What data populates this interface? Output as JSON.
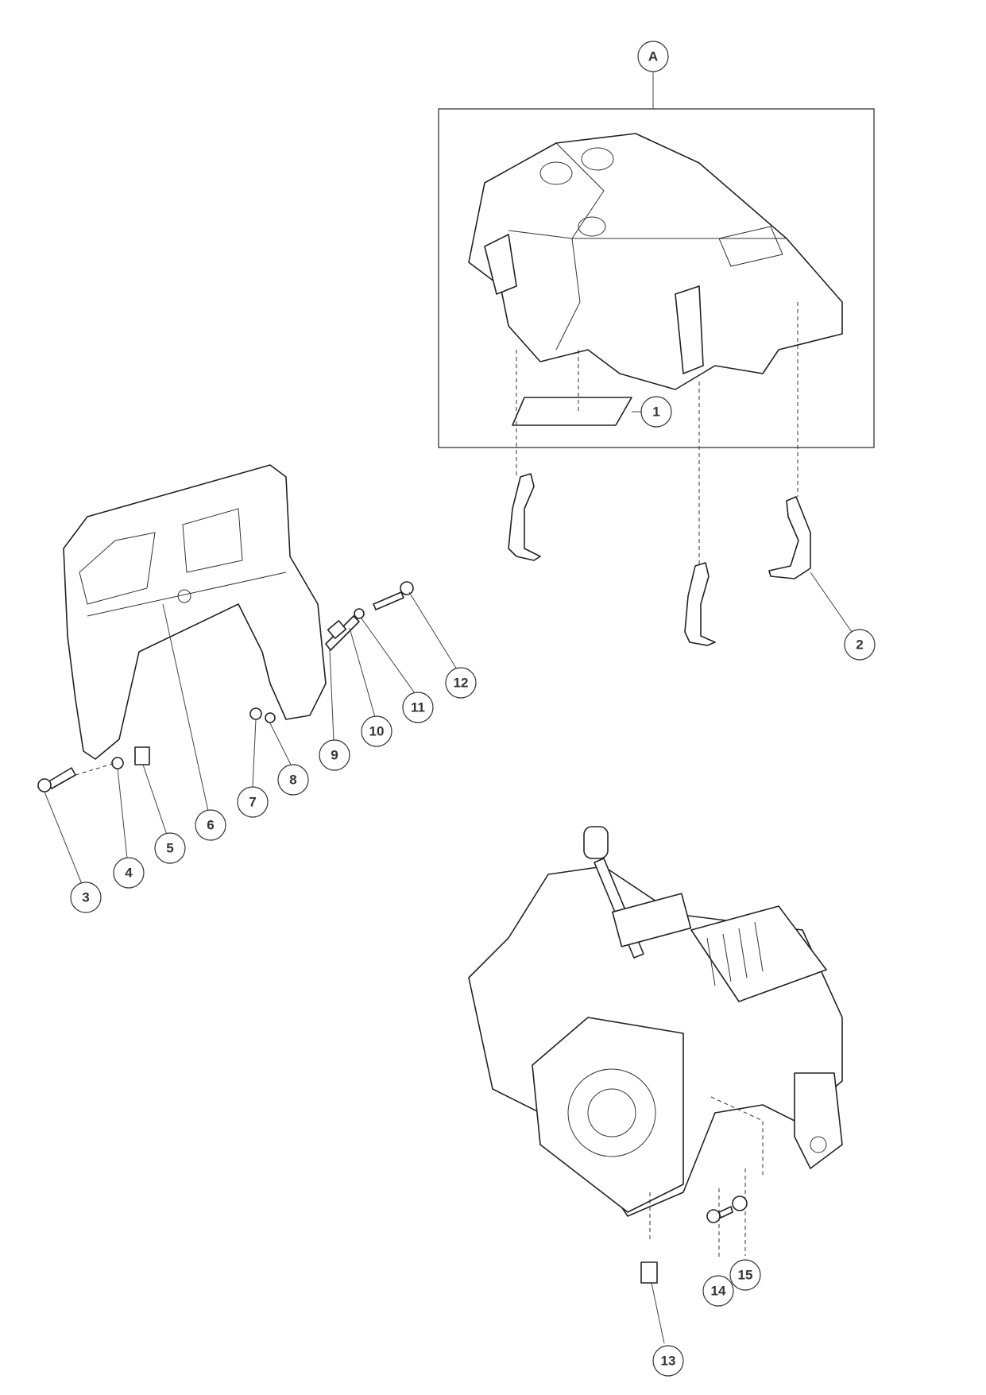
{
  "diagram": {
    "assembly_label": "A",
    "callouts": [
      "1",
      "2",
      "3",
      "4",
      "5",
      "6",
      "7",
      "8",
      "9",
      "10",
      "11",
      "12",
      "13",
      "14",
      "15"
    ]
  }
}
